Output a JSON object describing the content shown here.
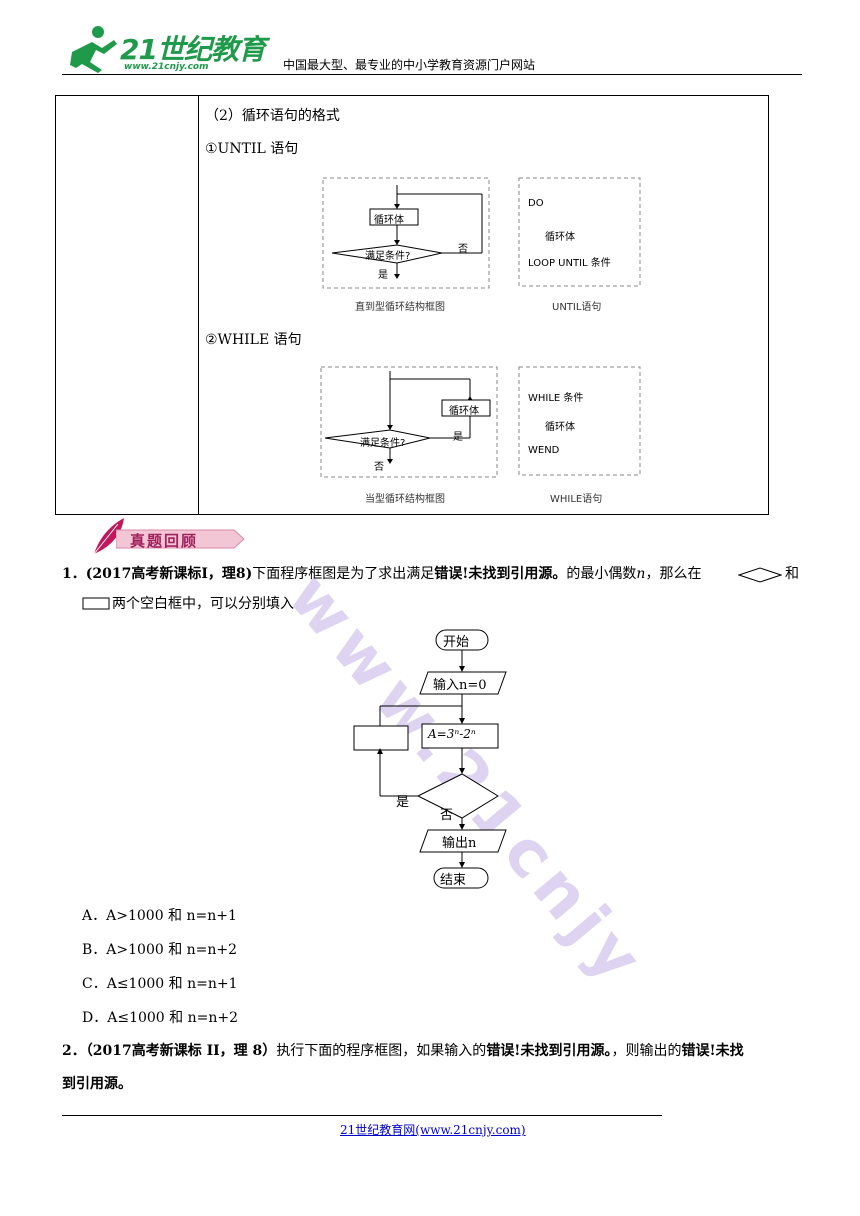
{
  "header": {
    "logo_text": "21世纪教育",
    "logo_url": "www.21cnjy.com",
    "tagline": "中国最大型、最专业的中小学教育资源门户网站"
  },
  "table": {
    "heading": "（2）循环语句的格式",
    "until_label": "①UNTIL 语句",
    "until_diagram": {
      "body": "循环体",
      "condition": "满足条件?",
      "no": "否",
      "yes": "是",
      "caption": "直到型循环结构框图"
    },
    "until_code": {
      "line1": "DO",
      "line2": "循环体",
      "line3": "LOOP UNTIL  条件",
      "caption": "UNTIL语句"
    },
    "while_label": "②WHILE 语句",
    "while_diagram": {
      "body": "循环体",
      "condition": "满足条件?",
      "yes": "是",
      "no": "否",
      "caption": "当型循环结构框图"
    },
    "while_code": {
      "line1": "WHILE  条件",
      "line2": "循环体",
      "line3": "WEND",
      "caption": "WHILE语句"
    }
  },
  "section_banner": "真题回顾",
  "q1": {
    "num": "1．",
    "source": "(2017高考新课标Ⅰ，理8)",
    "text_a": "下面程序框图是为了求出满足",
    "error": "错误!未找到引用源。",
    "text_b": "的最小偶数",
    "var_n": "n",
    "text_c": "，那么在",
    "text_d": "和",
    "text_e": "两个空白框中，可以分别填入",
    "flow": {
      "start": "开始",
      "input": "输入n=0",
      "assign": "A=3ⁿ-2ⁿ",
      "yes": "是",
      "no": "否",
      "output": "输出n",
      "end": "结束"
    },
    "options": [
      {
        "letter": "A．",
        "text": "A>1000 和 n=n+1"
      },
      {
        "letter": "B．",
        "text": "A>1000 和 n=n+2"
      },
      {
        "letter": "C．",
        "text": "A≤1000 和 n=n+1"
      },
      {
        "letter": "D．",
        "text": "A≤1000 和 n=n+2"
      }
    ]
  },
  "q2": {
    "num": "2．",
    "source": "（2017高考新课标 II，理 8）",
    "text_a": "执行下面的程序框图，如果输入的",
    "error1": "错误!未找到引用源。",
    "text_b": "，则输出的",
    "error2_part1": "错误!未找",
    "error2_part2": "到引用源。"
  },
  "footer": {
    "link": "21世纪教育网(www.21cnjy.com)"
  }
}
